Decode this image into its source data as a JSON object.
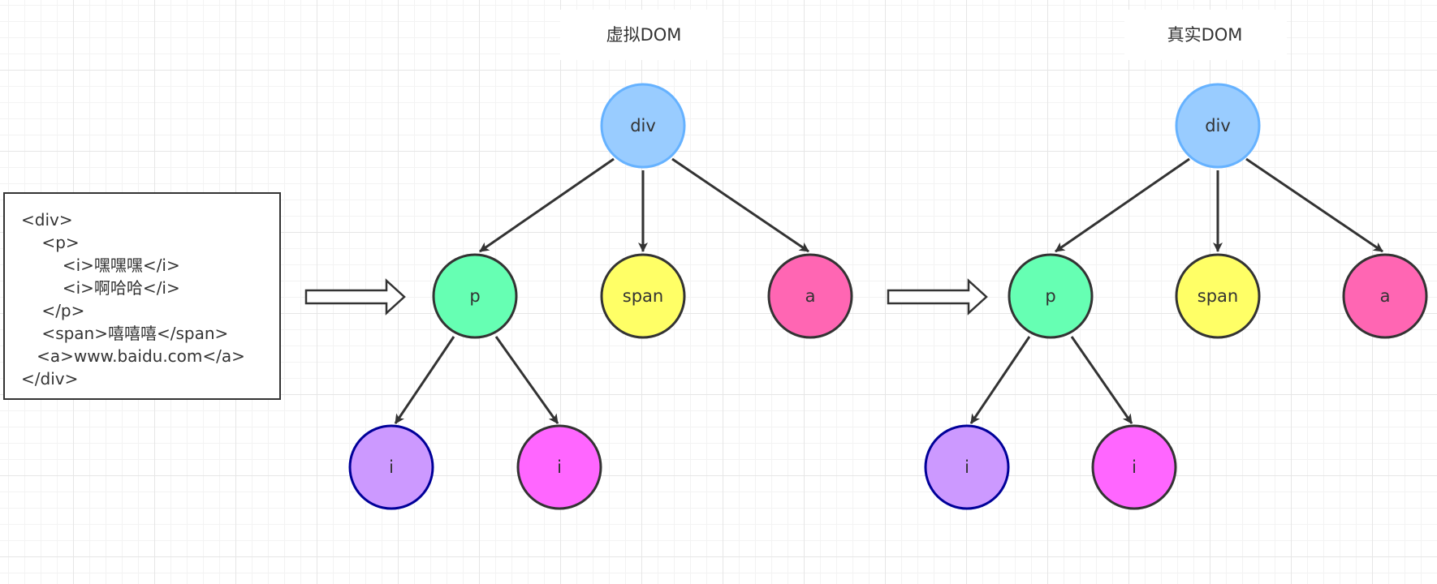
{
  "titles": {
    "virtual": "虚拟DOM",
    "real": "真实DOM"
  },
  "code_box": {
    "lines": [
      "<div>",
      "    <p>",
      "        <i>嘿嘿嘿</i>",
      "        <i>啊哈哈</i>",
      "    </p>",
      "    <span>嘻嘻嘻</span>",
      "   <a>www.baidu.com</a>",
      "</div>"
    ]
  },
  "nodes": {
    "div": "div",
    "p": "p",
    "span": "span",
    "a": "a",
    "i": "i"
  },
  "colors": {
    "line": "#333333",
    "div_fill": "#99ccff",
    "div_stroke": "#66b2ff",
    "p_fill": "#66ffb3",
    "span_fill": "#ffff66",
    "a_fill": "#ff66b3",
    "i_purple_fill": "#cc99ff",
    "i_purple_stroke": "#000099",
    "i_magenta_fill": "#ff66ff"
  }
}
